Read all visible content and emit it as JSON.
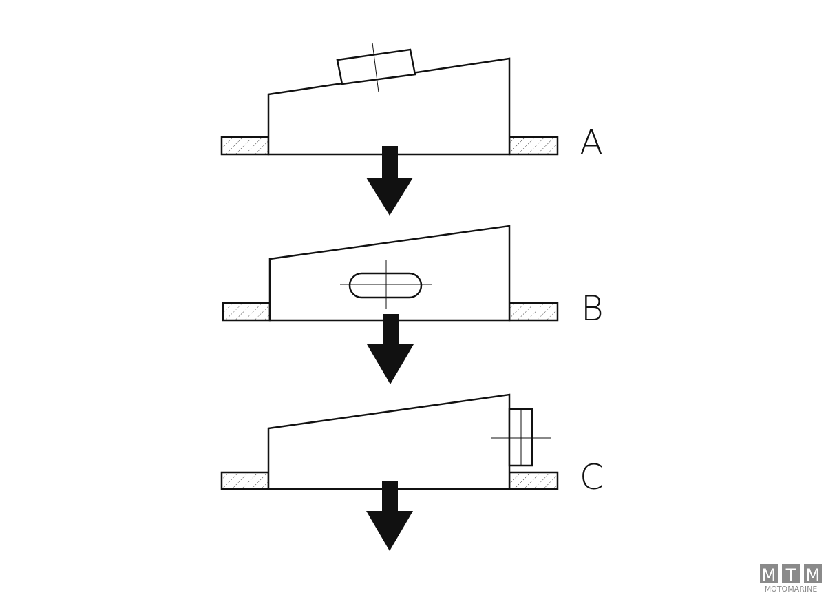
{
  "diagram": {
    "panels": [
      {
        "label": "A",
        "mount": "top"
      },
      {
        "label": "B",
        "mount": "slot"
      },
      {
        "label": "C",
        "mount": "side"
      }
    ]
  },
  "logo": {
    "letters": [
      "M",
      "T",
      "M"
    ],
    "brand": "MOTOMARINE"
  },
  "colors": {
    "line": "#111111",
    "logo": "#8a8a8a"
  }
}
